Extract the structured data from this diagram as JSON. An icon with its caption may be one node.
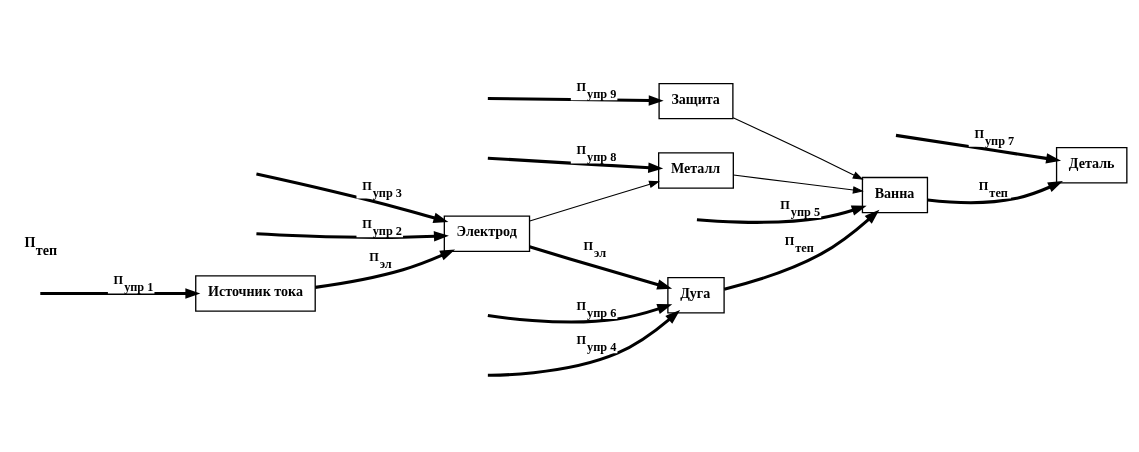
{
  "diagram": {
    "nodes": [
      {
        "text": [
          "Источник тока"
        ]
      },
      {
        "text": [
          "Электрод"
        ]
      },
      {
        "text": [
          "Дуга"
        ]
      },
      {
        "text": [
          "Ванна"
        ]
      },
      {
        "text": [
          "Деталь"
        ]
      },
      {
        "text": [
          "Металл"
        ]
      },
      {
        "text": [
          "Защита"
        ]
      }
    ],
    "edges": [
      {
        "from": 0,
        "to": 1,
        "arrow": "to",
        "label": "П$_{эл}$"
      },
      {
        "from": 1,
        "to": 2,
        "arrow": "to",
        "label": "П$_{эл}$"
      },
      {
        "from": 2,
        "to": 3,
        "arrow": "to",
        "label": "П$_{теп}$"
      },
      {
        "from": 3,
        "to": 4,
        "arrow": "to",
        "label": "П$_{теп}$"
      },
      {
        "from": 1,
        "to": 5,
        "arrow": "to"
      },
      {
        "from": 5,
        "to": 3,
        "arrow": "to"
      },
      {
        "from": 6,
        "to": 3,
        "arrow": "to"
      },
      {
        "from": null,
        "to": 0,
        "arrow": "to",
        "label": "П$_{упр 1}$"
      },
      {
        "from": null,
        "to": 1,
        "arrow": "to",
        "label": "П$_{упр 3}$"
      },
      {
        "from": null,
        "to": 1,
        "arrow": "to",
        "label": "П$_{упр 2}$"
      },
      {
        "from": null,
        "to": 2,
        "arrow": "to",
        "label": "П$_{упр 4}$"
      },
      {
        "from": null,
        "to": 2,
        "arrow": "to",
        "label": "П$_{упр 6}$"
      },
      {
        "from": null,
        "to": 3,
        "arrow": "to",
        "label": "П$_{упр 5}$"
      },
      {
        "from": null,
        "to": 4,
        "arrow": "to",
        "label": "П$_{упр 7}$"
      },
      {
        "from": null,
        "to": 5,
        "arrow": "to",
        "label": "П$_{упр 8}$"
      },
      {
        "from": null,
        "to": 6,
        "arrow": "to",
        "label": "П$_{упр 9}$"
      }
    ],
    "labels": [
      "П$_{теп}$"
    ]
  }
}
